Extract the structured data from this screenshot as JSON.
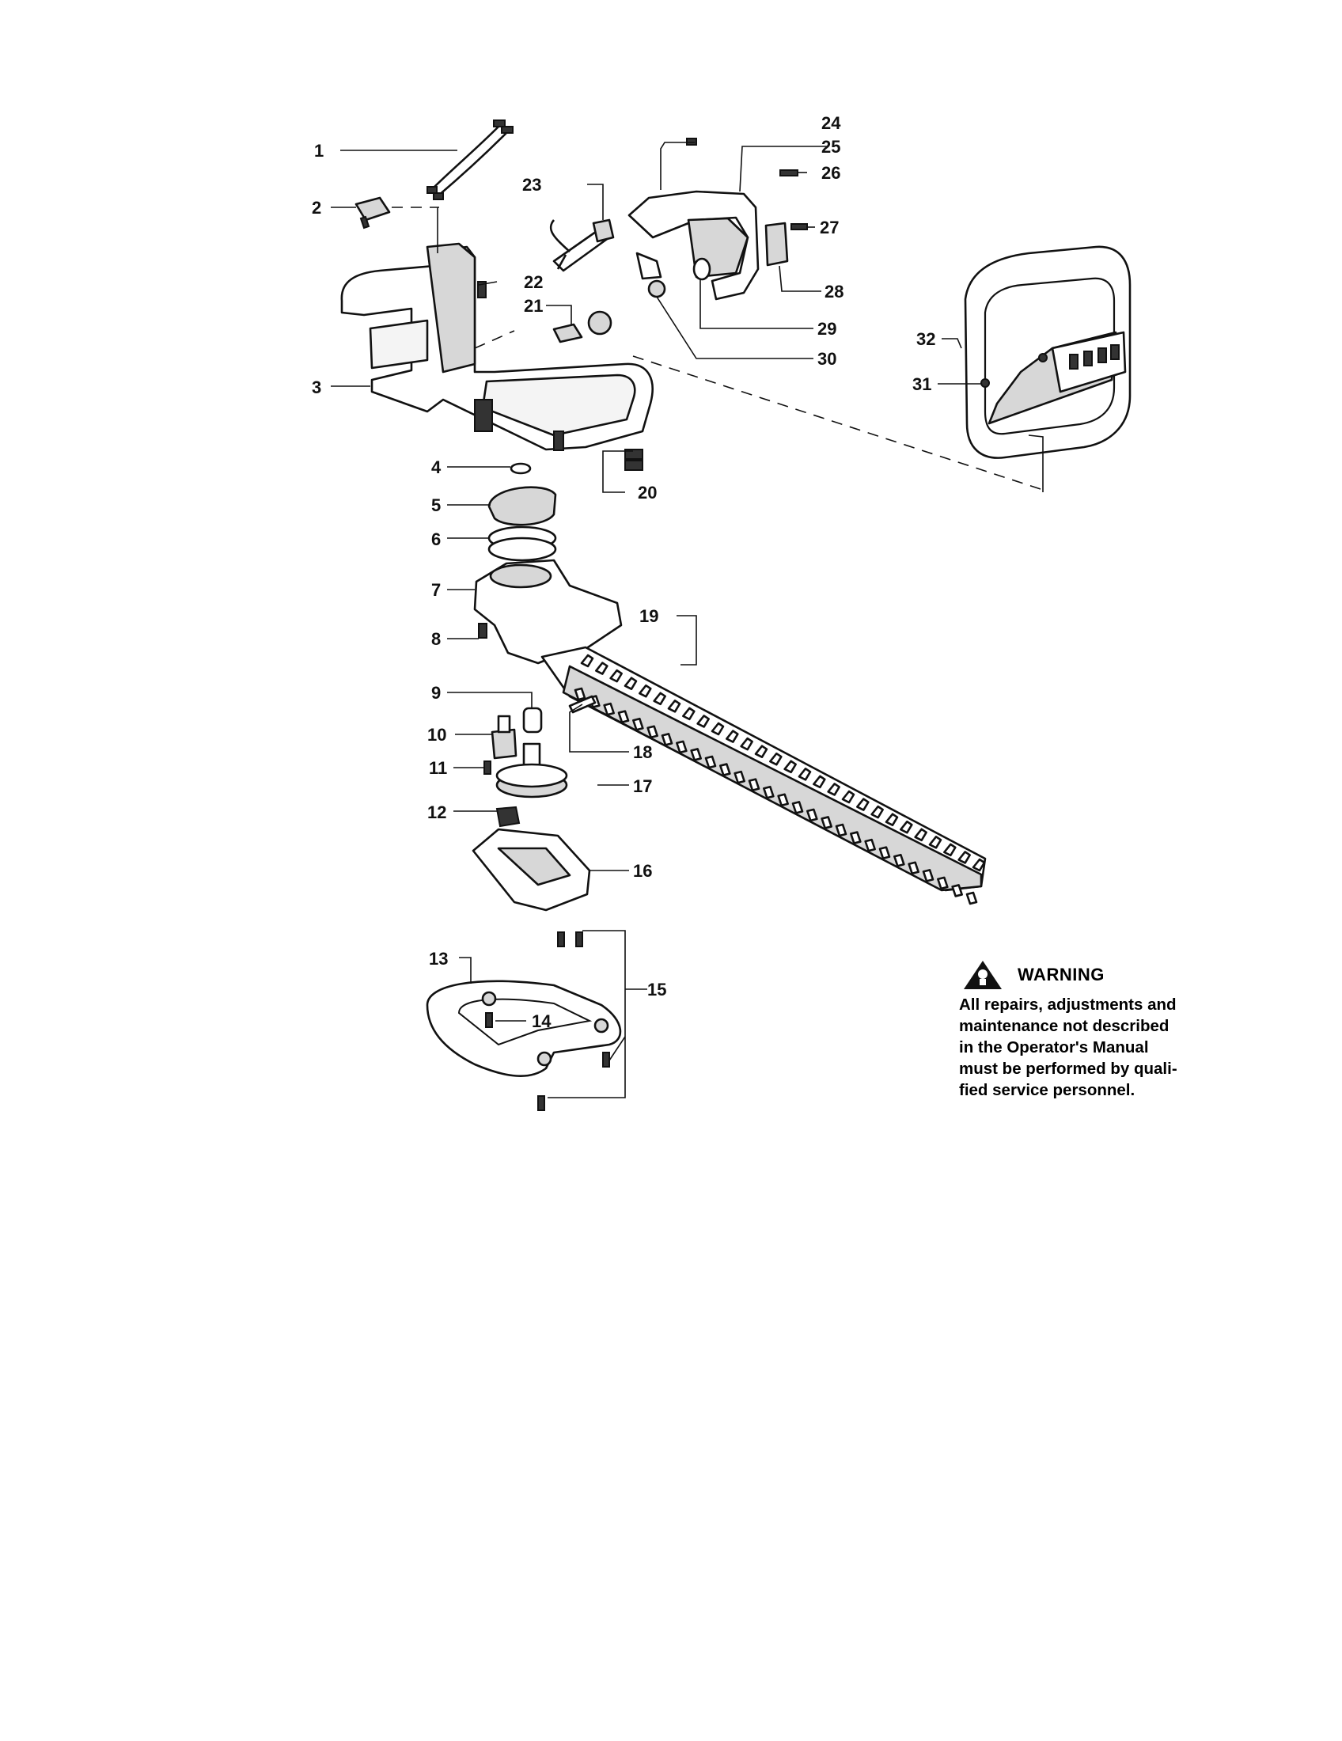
{
  "callouts": [
    "1",
    "2",
    "3",
    "4",
    "5",
    "6",
    "7",
    "8",
    "9",
    "10",
    "11",
    "12",
    "13",
    "14",
    "15",
    "16",
    "17",
    "18",
    "19",
    "20",
    "21",
    "22",
    "23",
    "24",
    "25",
    "26",
    "27",
    "28",
    "29",
    "30",
    "31",
    "32"
  ],
  "warning": {
    "title": "WARNING",
    "lines": [
      "All repairs, adjustments and",
      "maintenance not described",
      "in the Operator's Manual",
      "must be performed by quali-",
      "fied service personnel."
    ]
  }
}
